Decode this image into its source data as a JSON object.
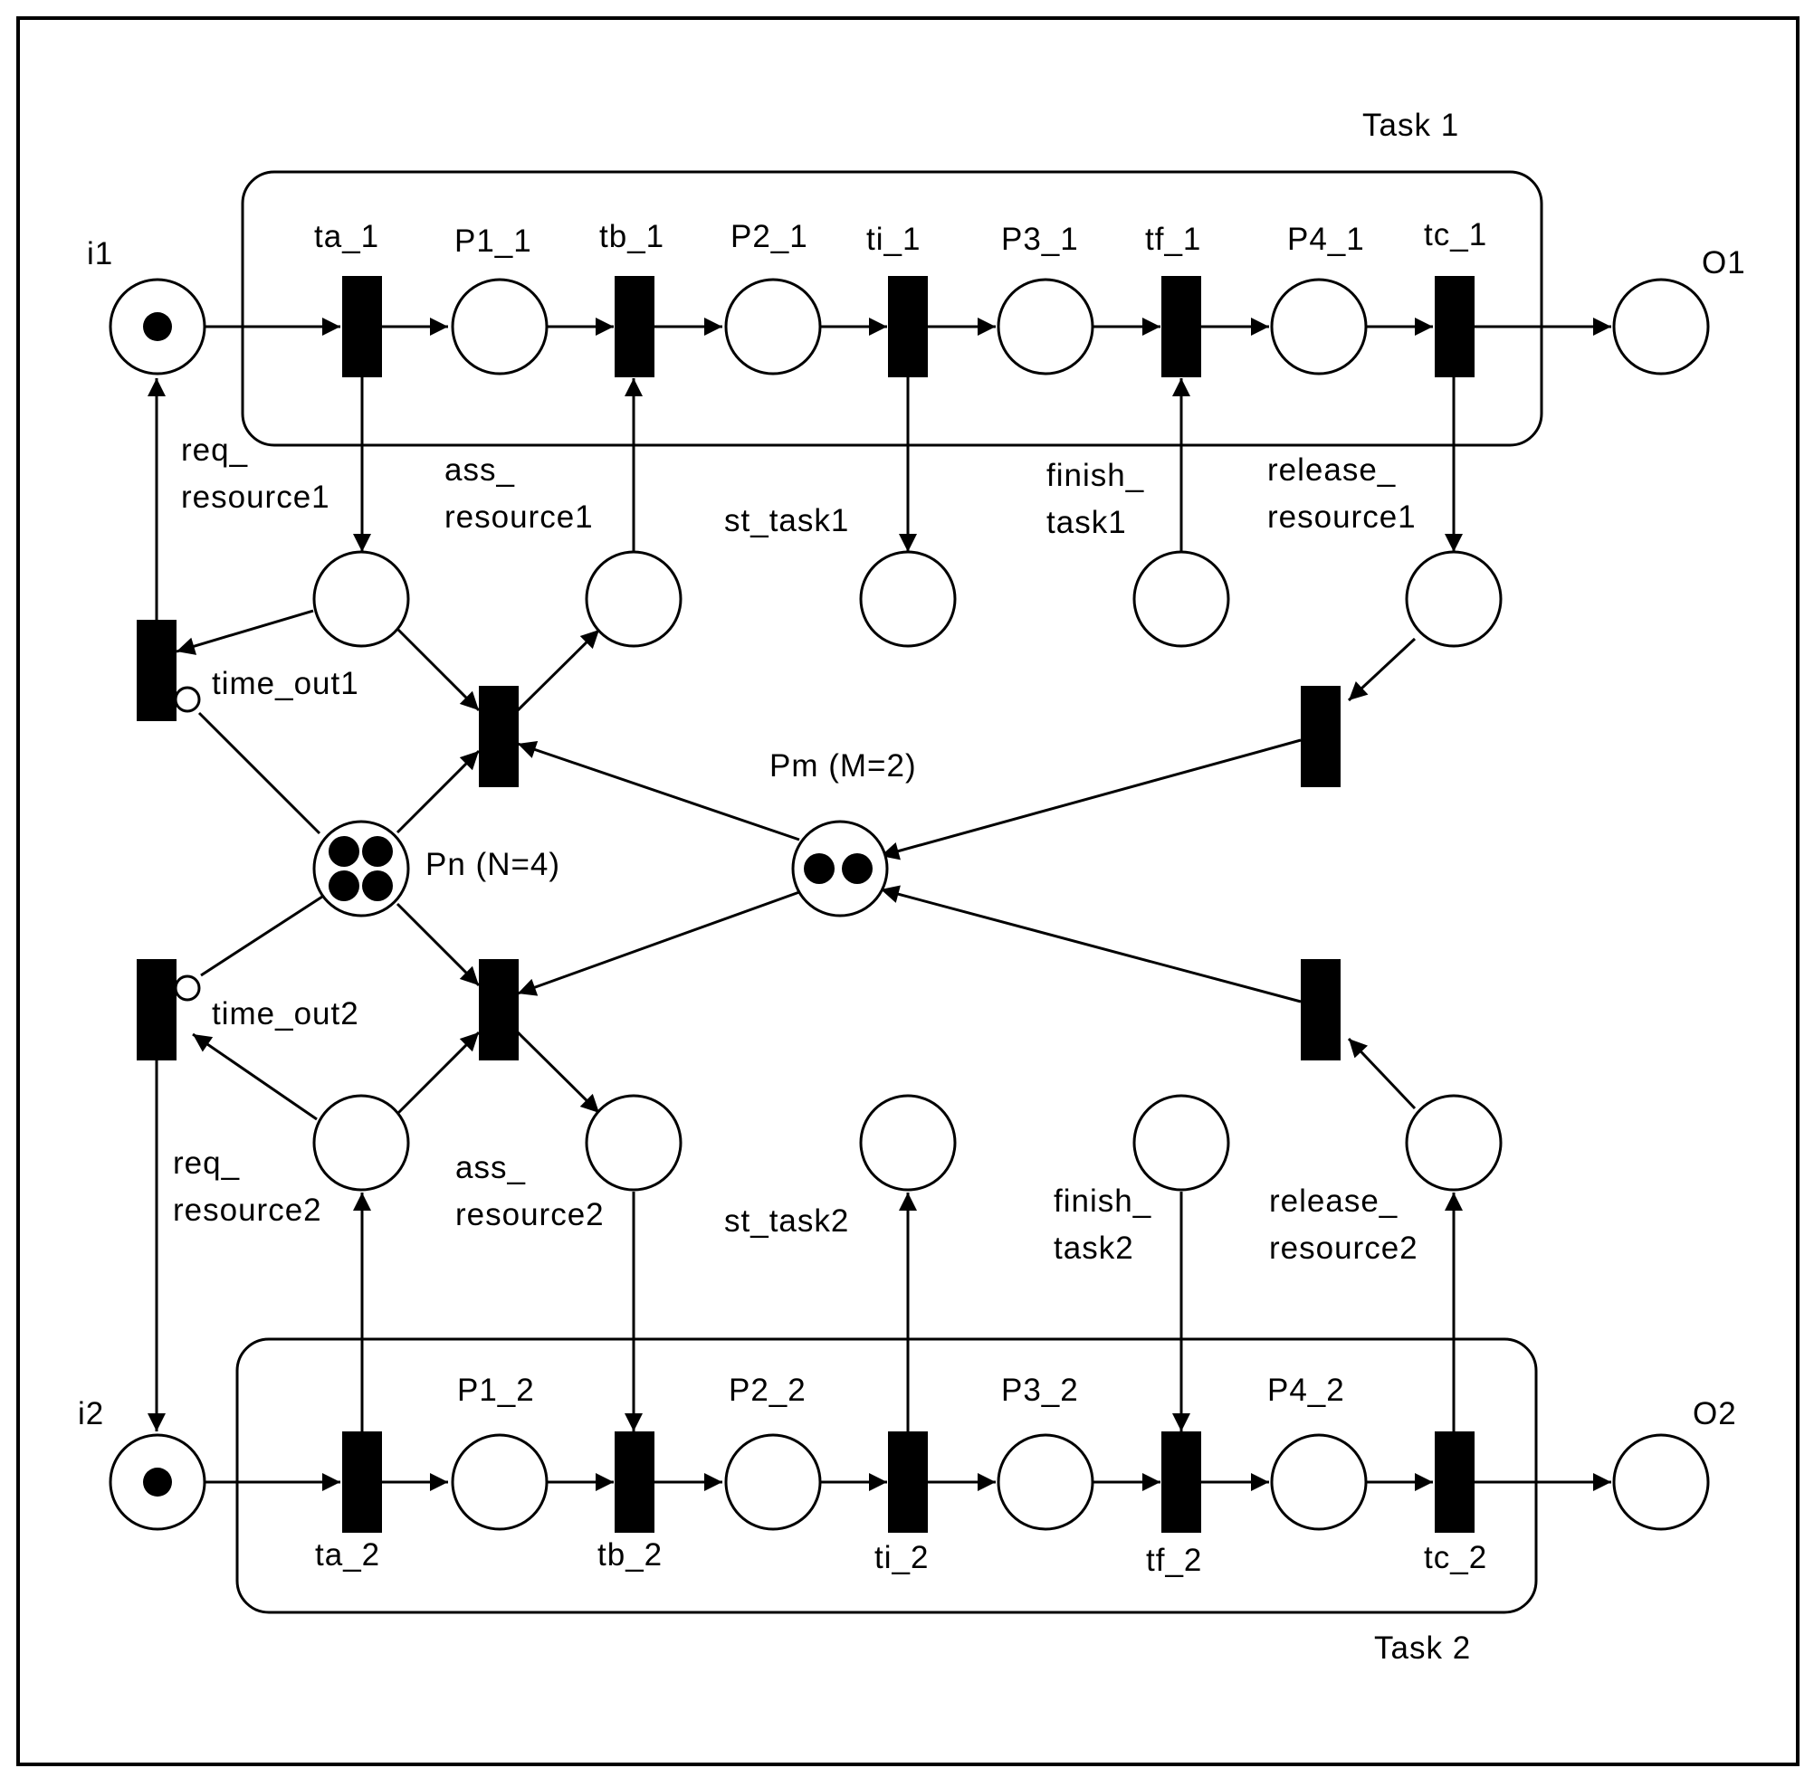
{
  "task1": {
    "title": "Task 1"
  },
  "task2": {
    "title": "Task 2"
  },
  "places": {
    "i1": "i1",
    "o1": "O1",
    "i2": "i2",
    "o2": "O2",
    "p1_1": "P1_1",
    "p2_1": "P2_1",
    "p3_1": "P3_1",
    "p4_1": "P4_1",
    "p1_2": "P1_2",
    "p2_2": "P2_2",
    "p3_2": "P3_2",
    "p4_2": "P4_2",
    "pn": "Pn (N=4)",
    "pm": "Pm (M=2)"
  },
  "transitions": {
    "ta_1": "ta_1",
    "tb_1": "tb_1",
    "ti_1": "ti_1",
    "tf_1": "tf_1",
    "tc_1": "tc_1",
    "ta_2": "ta_2",
    "tb_2": "tb_2",
    "ti_2": "ti_2",
    "tf_2": "tf_2",
    "tc_2": "tc_2",
    "time_out1": "time_out1",
    "time_out2": "time_out2"
  },
  "interface": {
    "req_resource1": [
      "req_",
      "resource1"
    ],
    "ass_resource1": [
      "ass_",
      "resource1"
    ],
    "st_task1": "st_task1",
    "finish_task1": [
      "finish_",
      "task1"
    ],
    "release_resource1": [
      "release_",
      "resource1"
    ],
    "req_resource2": [
      "req_",
      "resource2"
    ],
    "ass_resource2": [
      "ass_",
      "resource2"
    ],
    "st_task2": "st_task2",
    "finish_task2": [
      "finish_",
      "task2"
    ],
    "release_resource2": [
      "release_",
      "resource2"
    ]
  },
  "tokens": {
    "i1": 1,
    "i2": 1,
    "pn": 4,
    "pm": 2
  }
}
